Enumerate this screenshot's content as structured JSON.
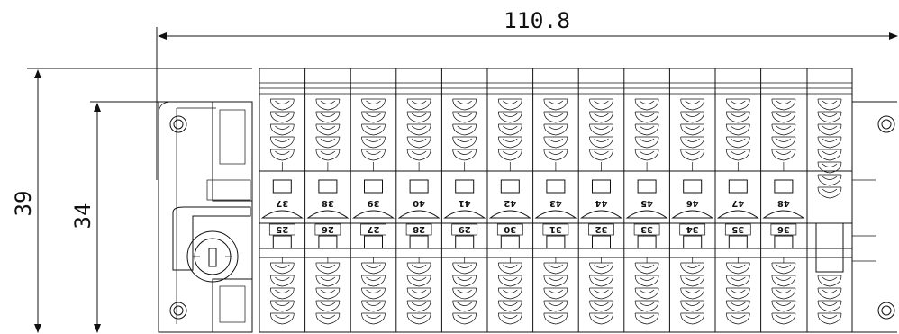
{
  "dimensions": {
    "width": "110.8",
    "height_outer": "39",
    "height_inner": "34"
  },
  "terminal_numbers": {
    "upper_row": [
      "37",
      "38",
      "39",
      "40",
      "41",
      "42",
      "43",
      "44",
      "45",
      "46",
      "47",
      "48"
    ],
    "lower_row": [
      "25",
      "26",
      "27",
      "28",
      "29",
      "30",
      "31",
      "32",
      "33",
      "34",
      "35",
      "36"
    ]
  }
}
